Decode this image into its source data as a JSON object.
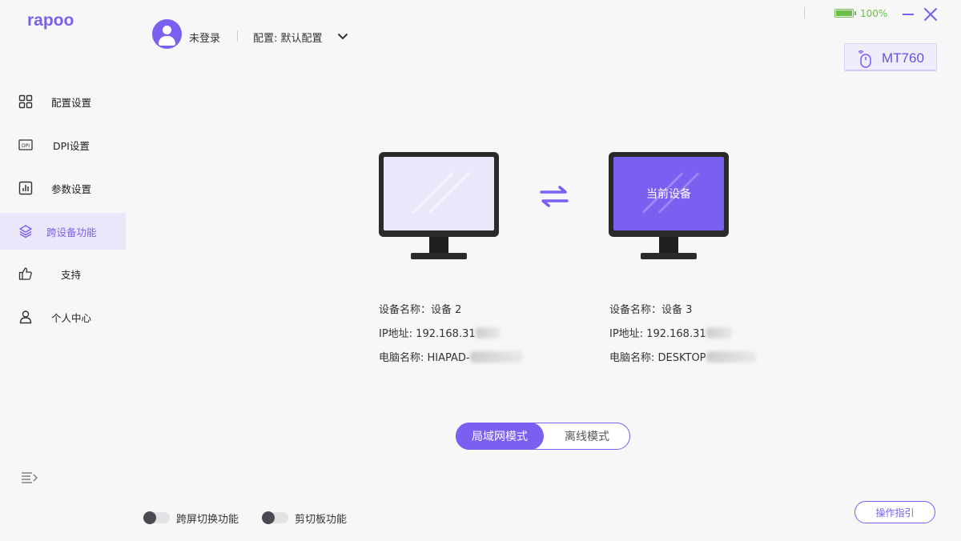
{
  "app": {
    "logo": "rapoo"
  },
  "header": {
    "login_status": "未登录",
    "profile_label": "配置: 默认配置"
  },
  "status": {
    "battery": "100%",
    "device_name": "MT760"
  },
  "colors": {
    "accent": "#7a5ff0",
    "battery": "#6cc04a"
  },
  "sidebar": {
    "items": [
      {
        "label": "配置设置",
        "icon": "grid-icon",
        "active": false
      },
      {
        "label": "DPI设置",
        "icon": "dpi-icon",
        "active": false
      },
      {
        "label": "参数设置",
        "icon": "chart-icon",
        "active": false
      },
      {
        "label": "跨设备功能",
        "icon": "layers-icon",
        "active": true
      },
      {
        "label": "支持",
        "icon": "thumbs-up-icon",
        "active": false
      },
      {
        "label": "个人中心",
        "icon": "user-icon",
        "active": false
      }
    ]
  },
  "devices": {
    "left": {
      "name": "设备名称：设备 2",
      "ip": "IP地址:   192.168.31",
      "pc": "电脑名称: HIAPAD-"
    },
    "right": {
      "screen_label": "当前设备",
      "name": "设备名称：设备 3",
      "ip": "IP地址:   192.168.31",
      "pc": "电脑名称: DESKTOP"
    }
  },
  "mode": {
    "lan": "局域网模式",
    "offline": "离线模式",
    "selected": "lan"
  },
  "footer": {
    "toggle1": "跨屏切换功能",
    "toggle2": "剪切板功能",
    "guide": "操作指引"
  }
}
